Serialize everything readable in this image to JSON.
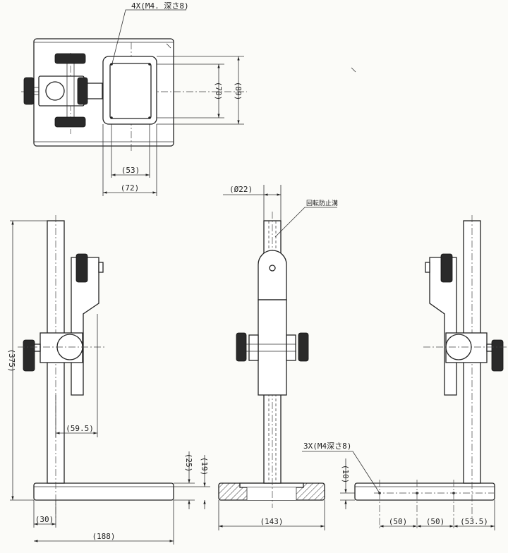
{
  "top_view": {
    "tapped_holes_note": "4X(M4. 深さ8)",
    "dim_70": "(70)",
    "dim_89": "(89)",
    "dim_53": "(53)",
    "dim_72": "(72)"
  },
  "left_side_view": {
    "dim_375": "(375)",
    "dim_59_5": "(59.5)",
    "dim_30": "(30)",
    "dim_188": "(188)",
    "dim_25": "(25)",
    "dim_19": "(19)"
  },
  "front_view": {
    "dim_diameter_22": "(Ø22)",
    "anti_rotation_groove_note": "回転防止溝",
    "dim_143": "(143)"
  },
  "right_side_view": {
    "base_holes_note": "3X(M4深さ8)",
    "dim_10": "(10)",
    "dim_50_a": "(50)",
    "dim_50_b": "(50)",
    "dim_53_5": "(53.5)"
  }
}
